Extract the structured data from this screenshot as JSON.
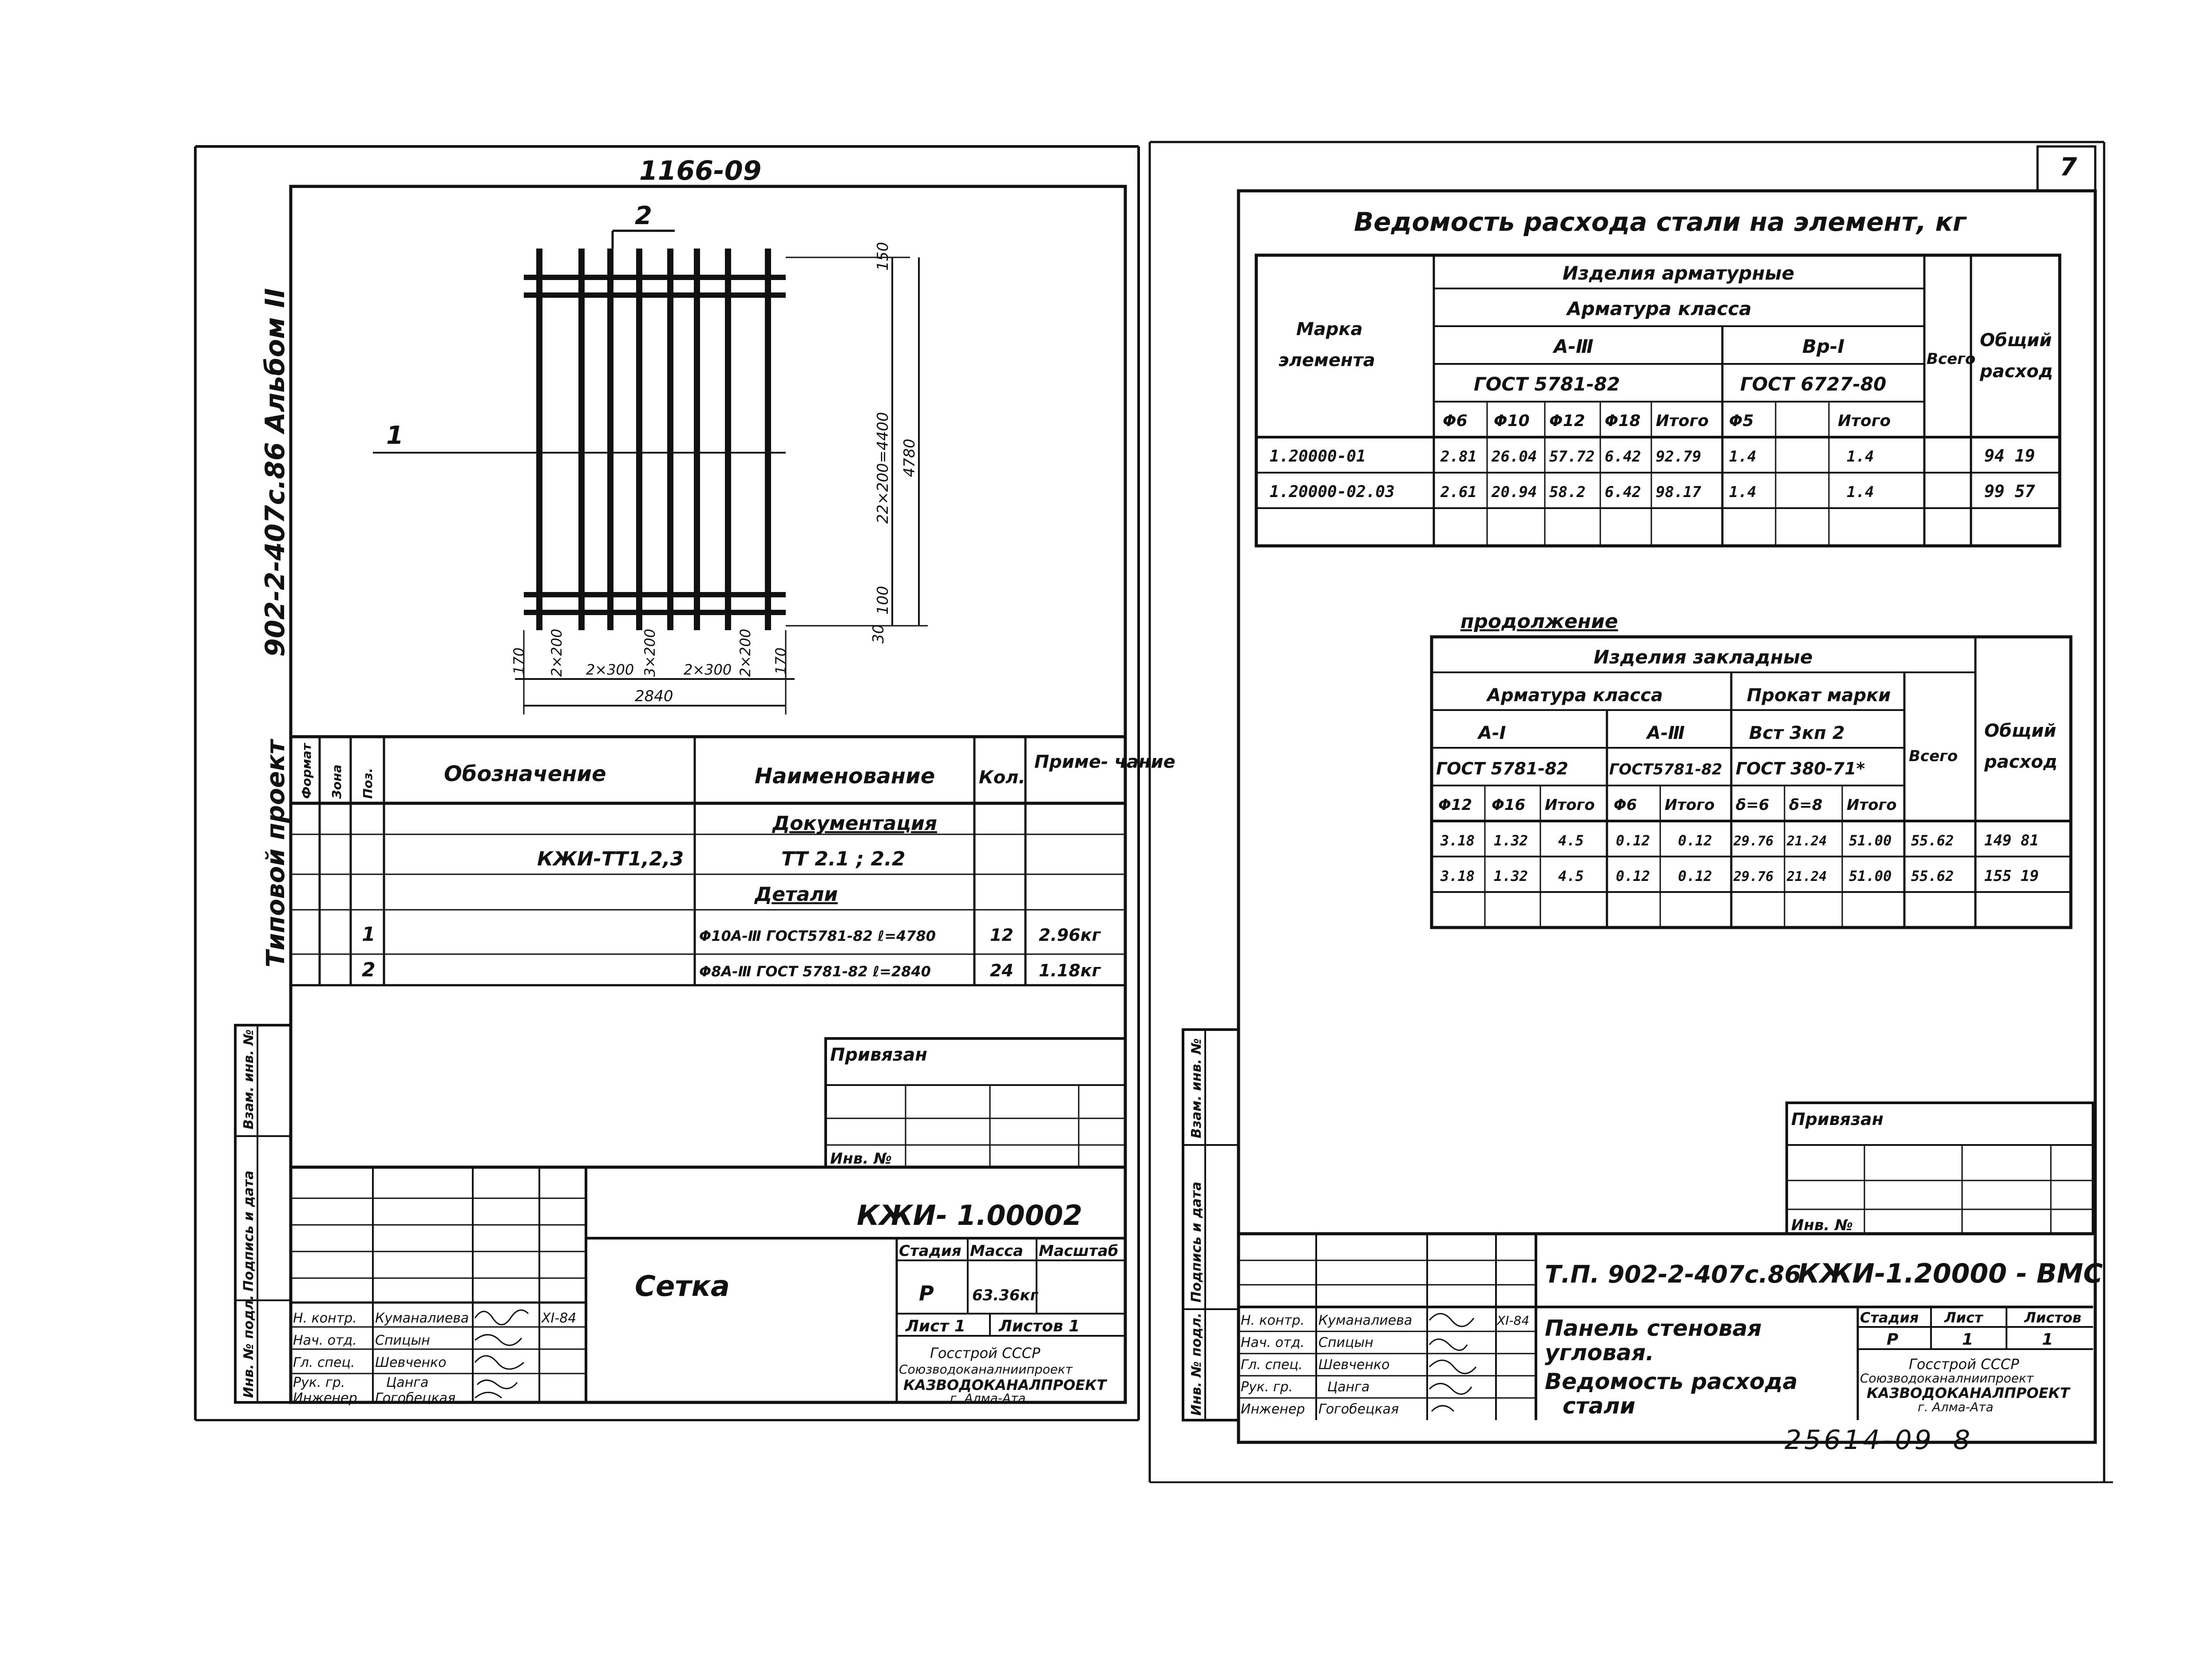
{
  "left_sheet": {
    "top_number": "1166-09",
    "side_title": "902-2-407с.86 Альбом II",
    "side_project": "Типовой проект",
    "view_label_top": "2",
    "view_label_left": "1",
    "dims": {
      "top": "150",
      "middle_v": "22×200=4400",
      "total_v": "4780",
      "bottom_v": "100",
      "bottom_left_v": "30",
      "seg1": "170",
      "seg2": "2×200",
      "seg3": "2×300",
      "seg4": "3×200",
      "seg5": "2×300",
      "seg6": "2×200",
      "seg7": "170",
      "total_h": "2840"
    },
    "spec_headers": {
      "format": "Формат",
      "zone": "Зона",
      "pos": "Поз.",
      "designation": "Обозначение",
      "name": "Наименование",
      "qty": "Кол.",
      "note": "Приме-\nчание"
    },
    "spec_rows": [
      {
        "pos": "",
        "designation": "",
        "name": "Документация",
        "qty": "",
        "note": ""
      },
      {
        "pos": "",
        "designation": "КЖИ-ТТ1,2,3",
        "name": "ТТ 2.1 ; 2.2",
        "qty": "",
        "note": ""
      },
      {
        "pos": "",
        "designation": "",
        "name": "Детали",
        "qty": "",
        "note": ""
      },
      {
        "pos": "1",
        "designation": "",
        "name": "Φ10А-Ⅲ ГОСТ5781-82  ℓ=4780",
        "qty": "12",
        "note": "2.96кг"
      },
      {
        "pos": "2",
        "designation": "",
        "name": "Φ8А-Ⅲ ГОСТ 5781-82  ℓ=2840",
        "qty": "24",
        "note": "1.18кг"
      }
    ],
    "privyazan": "Привязан",
    "inv_no": "Инв. №",
    "code": "КЖИ- 1.00002",
    "title": "Сетка",
    "stamp_headers": {
      "stage": "Стадия",
      "mass": "Масса",
      "scale": "Масштаб"
    },
    "stage": "Р",
    "mass": "63.36кг",
    "sheet": "Лист 1",
    "sheets": "Листов 1",
    "org1": "Госстрой СССР",
    "org2": "Союзводоканалниипроект",
    "org3": "КАЗВОДОКАНАЛПРОЕКТ",
    "org4": "г. Алма-Ата",
    "date": "XI-84",
    "staff": [
      {
        "role": "Н. контр.",
        "name": "Куманалиева"
      },
      {
        "role": "Нач. отд.",
        "name": "Спицын"
      },
      {
        "role": "Гл. спец.",
        "name": "Шевченко"
      },
      {
        "role": "Рук. гр.",
        "name": "Цанга"
      },
      {
        "role": "Инженер",
        "name": "Гогобецкая"
      }
    ],
    "side_stamp": [
      "Взам. инв. №",
      "Подпись и дата",
      "Инв. № подл."
    ]
  },
  "right_sheet": {
    "page_number": "7",
    "table1_title": "Ведомость расхода стали на элемент, кг",
    "table1": {
      "mark_header": "Марка\nэлемента",
      "group": "Изделия арматурные",
      "subgroup": "Арматура класса",
      "class1": "А-Ⅲ",
      "class2": "Вр-I",
      "gost1": "ГОСТ 5781-82",
      "gost2": "ГОСТ 6727-80",
      "total": "Всего",
      "overall": "Общий\nрасход",
      "cols": [
        "Φ6",
        "Φ10",
        "Φ12",
        "Φ18",
        "Итого",
        "Φ5",
        "",
        "Итого"
      ],
      "rows": [
        {
          "mark": "1.20000-01",
          "vals": [
            "2.81",
            "26.04",
            "57.72",
            "6.42",
            "92.79",
            "1.4",
            "",
            "1.4"
          ],
          "total": "",
          "overall": "94 19"
        },
        {
          "mark": "1.20000-02.03",
          "vals": [
            "2.61",
            "20.94",
            "58.2",
            "6.42",
            "98.17",
            "1.4",
            "",
            "1.4"
          ],
          "total": "",
          "overall": "99 57"
        }
      ]
    },
    "continuation": "продолжение",
    "table2": {
      "group": "Изделия закладные",
      "sub1": "Арматура класса",
      "sub2": "Прокат марки",
      "c1": "А-I",
      "c2": "А-Ⅲ",
      "c3": "Вст 3кп 2",
      "g1": "ГОСТ 5781-82",
      "g2": "ГОСТ5781-82",
      "g3": "ГОСТ 380-71*",
      "total": "Всего",
      "overall": "Общий\nрасход",
      "cols": [
        "Φ12",
        "Φ16",
        "Итого",
        "Φ6",
        "Итого",
        "δ=6",
        "δ=8",
        "Итого"
      ],
      "rows": [
        {
          "vals": [
            "3.18",
            "1.32",
            "4.5",
            "0.12",
            "0.12",
            "29.76",
            "21.24",
            "51.00"
          ],
          "total": "55.62",
          "overall": "149 81"
        },
        {
          "vals": [
            "3.18",
            "1.32",
            "4.5",
            "0.12",
            "0.12",
            "29.76",
            "21.24",
            "51.00"
          ],
          "total": "55.62",
          "overall": "155 19"
        }
      ]
    },
    "privyazan": "Привязан",
    "inv_no": "Инв. №",
    "code_left": "Т.П. 902-2-407с.86",
    "code_right": "КЖИ-1.20000 - ВМС",
    "title": "Панель стеновая\nугловая.\nВедомость расхода\nстали",
    "stamp_headers": {
      "stage": "Стадия",
      "sheet": "Лист",
      "sheets": "Листов"
    },
    "stage": "Р",
    "sheet": "1",
    "sheets": "1",
    "org1": "Госстрой СССР",
    "org2": "Союзводоканалниипроект",
    "org3": "КАЗВОДОКАНАЛПРОЕКТ",
    "org4": "г. Алма-Ата",
    "date": "XI-84",
    "staff": [
      {
        "role": "Н. контр.",
        "name": "Куманалиева"
      },
      {
        "role": "Нач. отд.",
        "name": "Спицын"
      },
      {
        "role": "Гл. спец.",
        "name": "Шевченко"
      },
      {
        "role": "Рук. гр.",
        "name": "Цанга"
      },
      {
        "role": "Инженер",
        "name": "Гогобецкая"
      }
    ],
    "side_stamp": [
      "Взам. инв. №",
      "Подпись и дата",
      "Инв. № подл."
    ],
    "bottom_number": "25614-09",
    "bottom_page": "8"
  }
}
